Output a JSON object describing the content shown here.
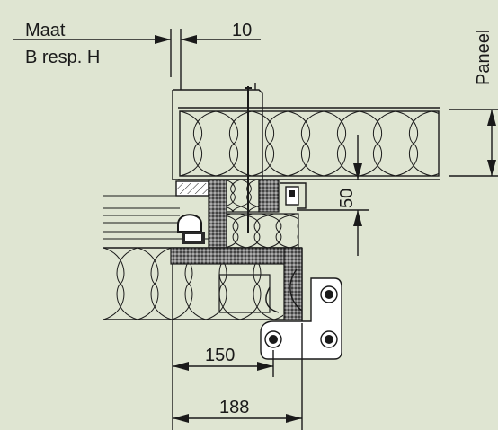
{
  "colors": {
    "background": "#dfe5d2",
    "ink": "#1a1a1a",
    "seal": "#333333",
    "gasket": "#2a2a2a"
  },
  "labels": {
    "maat": "Maat",
    "b_resp_h": "B resp. H",
    "dim_10": "10",
    "paneel": "Paneel",
    "dim_50": "50",
    "dim_150": "150",
    "dim_188": "188"
  }
}
